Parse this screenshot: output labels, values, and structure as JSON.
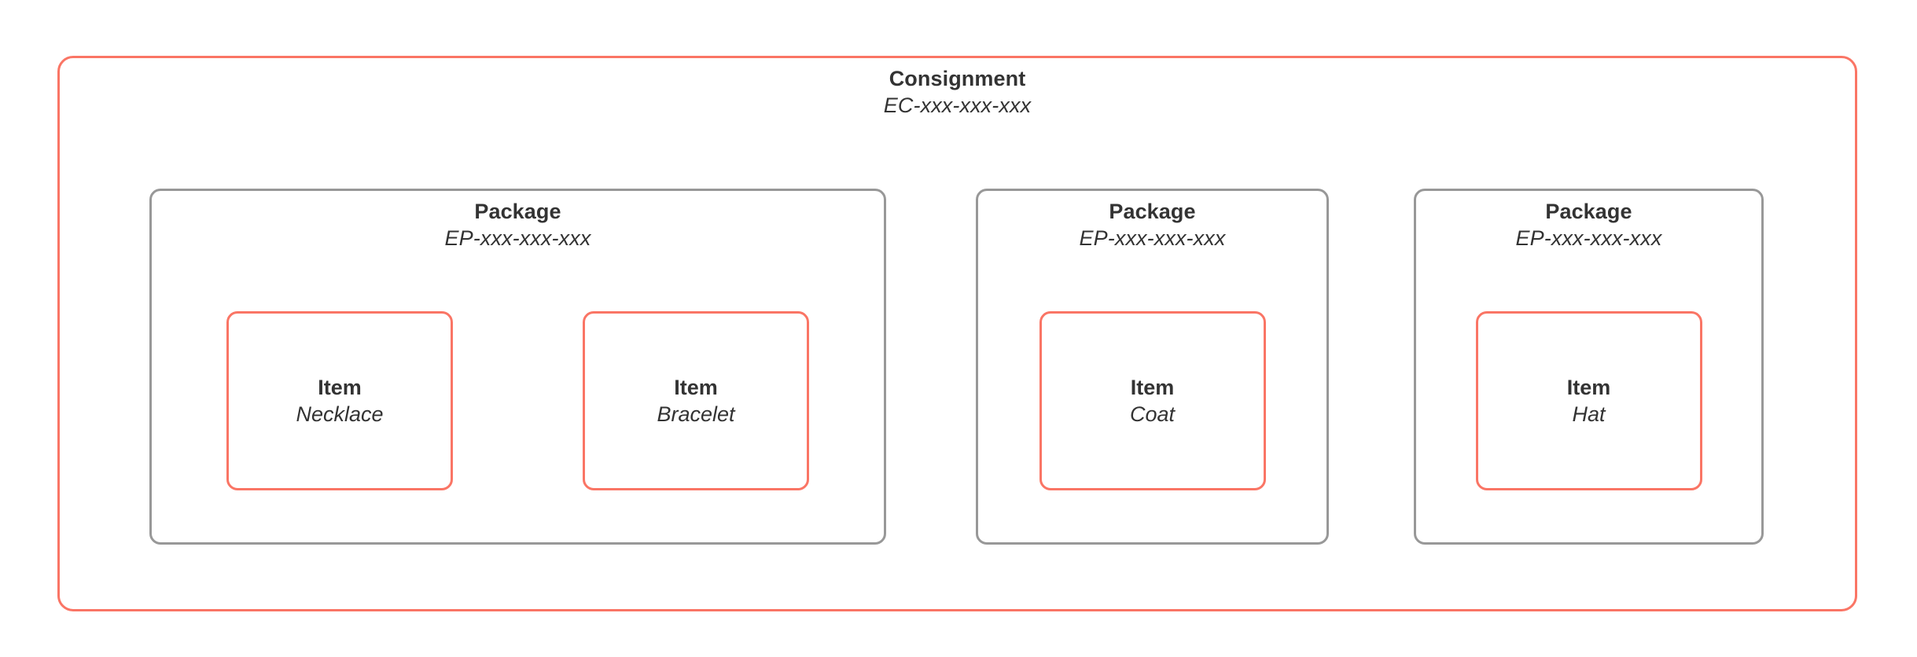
{
  "colors": {
    "consignment_border": "#fa7565",
    "package_border": "#989898",
    "item_border": "#fa7565",
    "text": "#333333",
    "background": "#ffffff"
  },
  "consignment": {
    "label": "Consignment",
    "reference": "EC-xxx-xxx-xxx",
    "packages": [
      {
        "label": "Package",
        "reference": "EP-xxx-xxx-xxx",
        "items": [
          {
            "label": "Item",
            "value": "Necklace"
          },
          {
            "label": "Item",
            "value": "Bracelet"
          }
        ]
      },
      {
        "label": "Package",
        "reference": "EP-xxx-xxx-xxx",
        "items": [
          {
            "label": "Item",
            "value": "Coat"
          }
        ]
      },
      {
        "label": "Package",
        "reference": "EP-xxx-xxx-xxx",
        "items": [
          {
            "label": "Item",
            "value": "Hat"
          }
        ]
      }
    ]
  }
}
